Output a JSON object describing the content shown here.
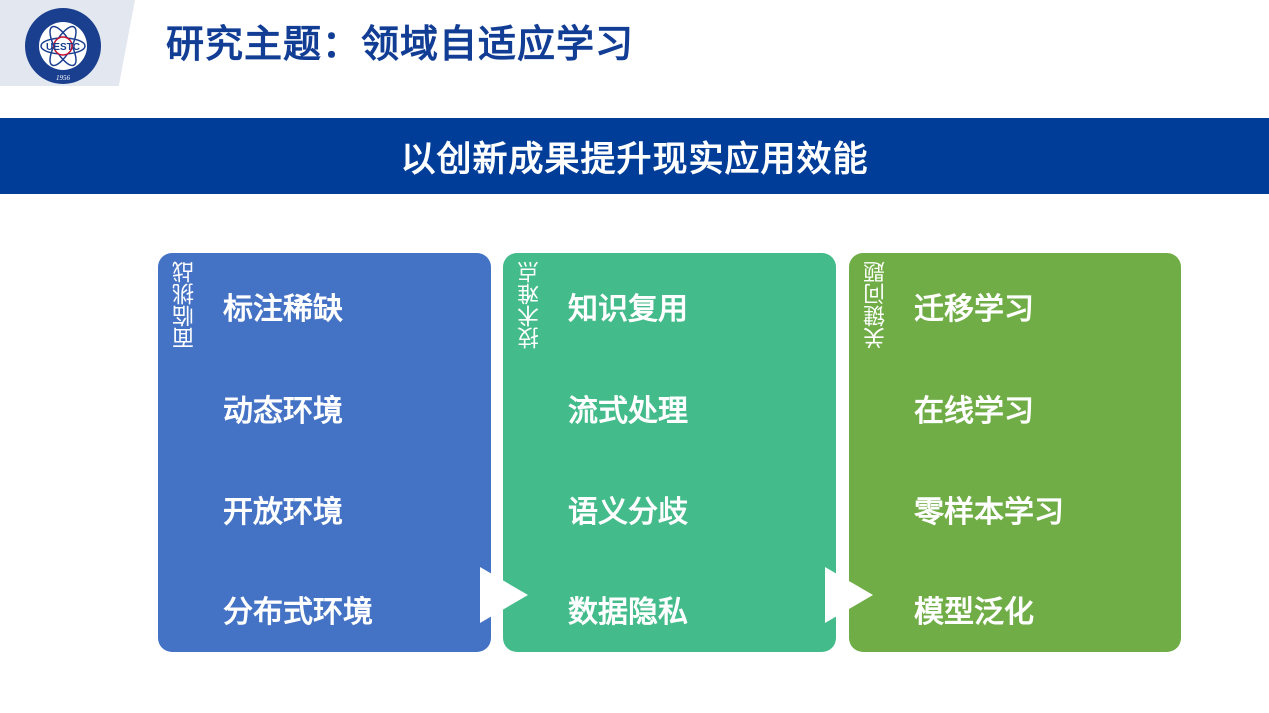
{
  "header": {
    "logo": {
      "name": "uestc-logo",
      "text": "UESTC",
      "year": "1956",
      "colors": {
        "ring": "#1a3f8f",
        "inner": "#ffffff",
        "accent": "#c8102e"
      }
    },
    "title": "研究主题：领域自适应学习"
  },
  "banner": {
    "text": "以创新成果提升现实应用效能"
  },
  "colors": {
    "banner": "#003d99",
    "title": "#123d95",
    "panel_challenges": "#4472c4",
    "panel_difficulties": "#43bb8a",
    "panel_key_issues": "#70ad47"
  },
  "panels": [
    {
      "label": "面临挑战",
      "items": [
        "标注稀缺",
        "动态环境",
        "开放环境",
        "分布式环境"
      ]
    },
    {
      "label": "技术难点",
      "items": [
        "知识复用",
        "流式处理",
        "语义分歧",
        "数据隐私"
      ]
    },
    {
      "label": "关键问题",
      "items": [
        "迁移学习",
        "在线学习",
        "零样本学习",
        "模型泛化"
      ]
    }
  ]
}
